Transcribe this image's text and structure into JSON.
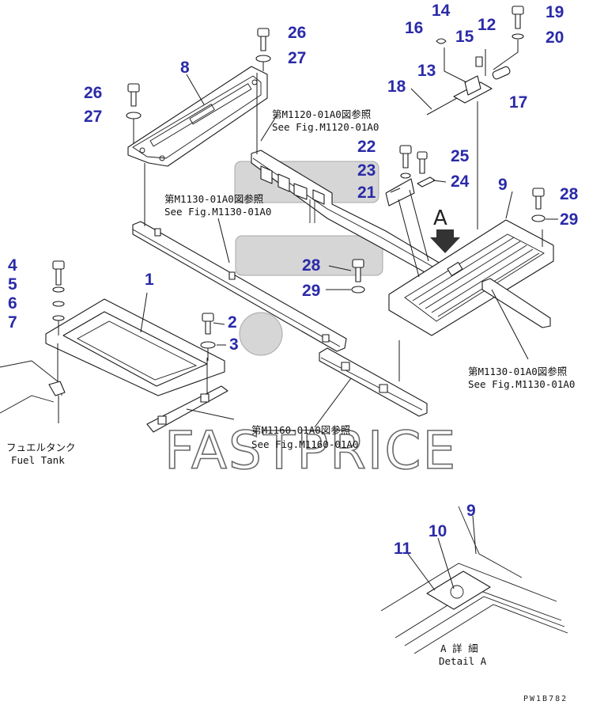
{
  "figure": {
    "code": "PW1B782",
    "watermark": "FASTPRICE",
    "view_marker": "A"
  },
  "part_numbers": {
    "p1": "1",
    "p2": "2",
    "p3": "3",
    "p4": "4",
    "p5": "5",
    "p6": "6",
    "p7": "7",
    "p8": "8",
    "p9_top": "9",
    "p9_detail": "9",
    "p10": "10",
    "p11": "11",
    "p12": "12",
    "p13": "13",
    "p14": "14",
    "p15": "15",
    "p16": "16",
    "p17": "17",
    "p18": "18",
    "p19": "19",
    "p20": "20",
    "p21": "21",
    "p22": "22",
    "p23": "23",
    "p24": "24",
    "p25": "25",
    "p26_top": "26",
    "p27_top": "27",
    "p26_left": "26",
    "p27_left": "27",
    "p28_mid": "28",
    "p29_mid": "29",
    "p28_right": "28",
    "p29_right": "29"
  },
  "references": {
    "m1120_jp": "第M1120-01A0図参照",
    "m1120_en": "See Fig.M1120-01A0",
    "m1130_left_jp": "第M1130-01A0図参照",
    "m1130_left_en": "See Fig.M1130-01A0",
    "m1130_right_jp": "第M1130-01A0図参照",
    "m1130_right_en": "See Fig.M1130-01A0",
    "m1160_jp": "第M1160-01A0図参照",
    "m1160_en": "See Fig.M1160-01A0"
  },
  "captions": {
    "fuel_tank_jp": "フュエルタンク",
    "fuel_tank_en": "Fuel Tank",
    "detail_jp": "A 詳 細",
    "detail_en": "Detail A"
  }
}
